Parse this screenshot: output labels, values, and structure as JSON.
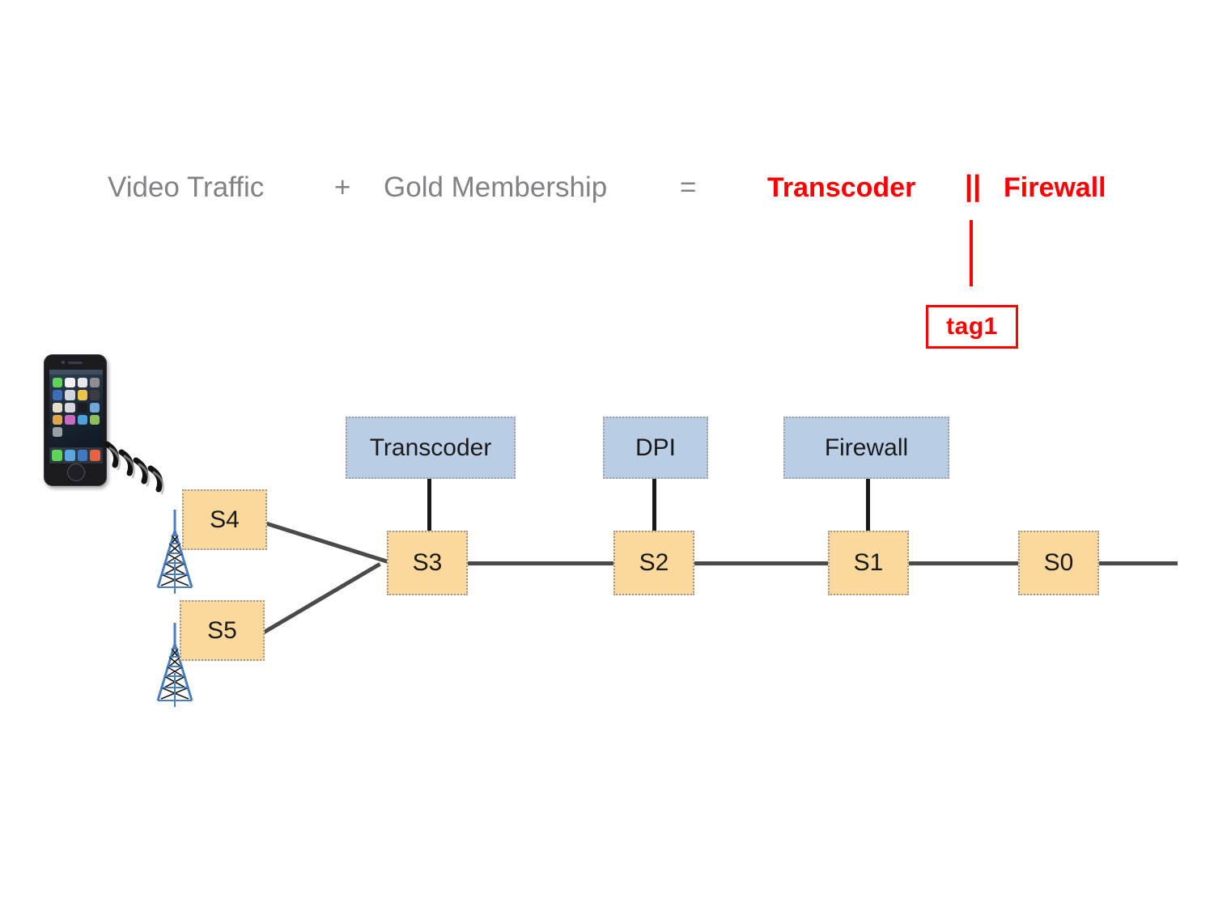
{
  "policy": {
    "traffic_class": "Video Traffic",
    "plus_operator": "+",
    "subscriber_class": "Gold Membership",
    "equals_operator": "=",
    "service_first": "Transcoder",
    "chain_operator": "||",
    "service_second": "Firewall"
  },
  "tag": {
    "label": "tag1",
    "border_color": "#ff0000",
    "text_color": "#ff0000"
  },
  "middleboxes": [
    {
      "id": "transcoder",
      "label": "Transcoder"
    },
    {
      "id": "dpi",
      "label": "DPI"
    },
    {
      "id": "firewall",
      "label": "Firewall"
    }
  ],
  "switches": [
    {
      "id": "s4",
      "label": "S4"
    },
    {
      "id": "s5",
      "label": "S5"
    },
    {
      "id": "s3",
      "label": "S3"
    },
    {
      "id": "s2",
      "label": "S2"
    },
    {
      "id": "s1",
      "label": "S1"
    },
    {
      "id": "s0",
      "label": "S0"
    }
  ],
  "devices": {
    "phone": "smartphone-icon",
    "radio_waves": "radio-waves-icon",
    "tower_upper": "cell-tower-icon",
    "tower_lower": "cell-tower-icon"
  },
  "colors": {
    "middlebox_fill": "#b9cde5",
    "switch_fill": "#fbd99d",
    "link": "#4a4a4a",
    "policy_text": "#808285",
    "accent_red": "#ff0000",
    "tower_blue": "#4a7ebb"
  }
}
